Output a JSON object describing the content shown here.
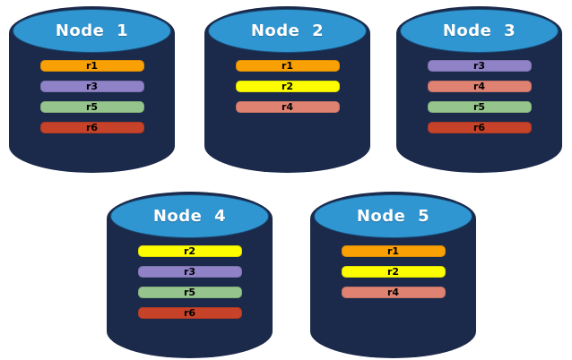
{
  "diagram": {
    "description": "Five database nodes with replicated partitions",
    "background_color": "#ffffff",
    "cylinder_body_color": "#1b294b",
    "cylinder_top_color": "#3096d2",
    "label_text_color": "#ffffff",
    "bar_text_color": "#000000",
    "replica_palette": {
      "r1": "#f9a005",
      "r2": "#fdfd00",
      "r3": "#8f82c6",
      "r4": "#df8272",
      "r5": "#95c58c",
      "r6": "#c64228"
    }
  },
  "nodes": [
    {
      "label": "Node 1",
      "replicas": [
        {
          "id": "r1",
          "color": "#f9a005"
        },
        {
          "id": "r3",
          "color": "#8f82c6"
        },
        {
          "id": "r5",
          "color": "#95c58c"
        },
        {
          "id": "r6",
          "color": "#c64228"
        }
      ]
    },
    {
      "label": "Node 2",
      "replicas": [
        {
          "id": "r1",
          "color": "#f9a005"
        },
        {
          "id": "r2",
          "color": "#fdfd00"
        },
        {
          "id": "r4",
          "color": "#df8272"
        }
      ]
    },
    {
      "label": "Node 3",
      "replicas": [
        {
          "id": "r3",
          "color": "#8f82c6"
        },
        {
          "id": "r4",
          "color": "#df8272"
        },
        {
          "id": "r5",
          "color": "#95c58c"
        },
        {
          "id": "r6",
          "color": "#c64228"
        }
      ]
    },
    {
      "label": "Node 4",
      "replicas": [
        {
          "id": "r2",
          "color": "#fdfd00"
        },
        {
          "id": "r3",
          "color": "#8f82c6"
        },
        {
          "id": "r5",
          "color": "#95c58c"
        },
        {
          "id": "r6",
          "color": "#c64228"
        }
      ]
    },
    {
      "label": "Node 5",
      "replicas": [
        {
          "id": "r1",
          "color": "#f9a005"
        },
        {
          "id": "r2",
          "color": "#fdfd00"
        },
        {
          "id": "r4",
          "color": "#df8272"
        }
      ]
    }
  ]
}
